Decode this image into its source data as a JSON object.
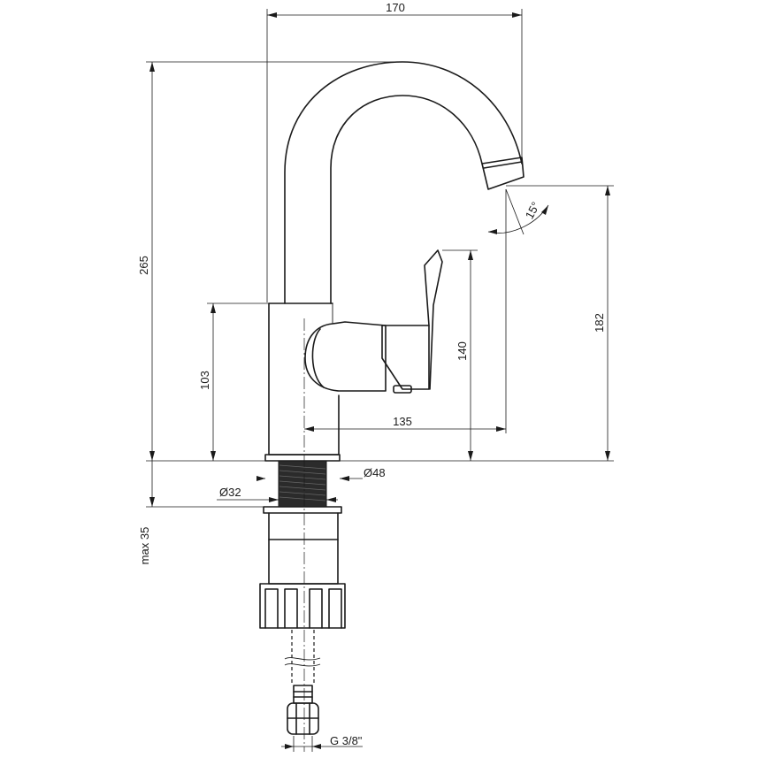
{
  "dimensions": {
    "overall_width": "170",
    "overall_height": "265",
    "outlet_height": "182",
    "handle_height": "140",
    "body_height": "103",
    "spout_reach": "135",
    "base_diameter": "Ø48",
    "thread_diameter": "Ø32",
    "max_thickness": "max 35",
    "hose_connection": "G 3/8\"",
    "spout_angle": "15°"
  }
}
